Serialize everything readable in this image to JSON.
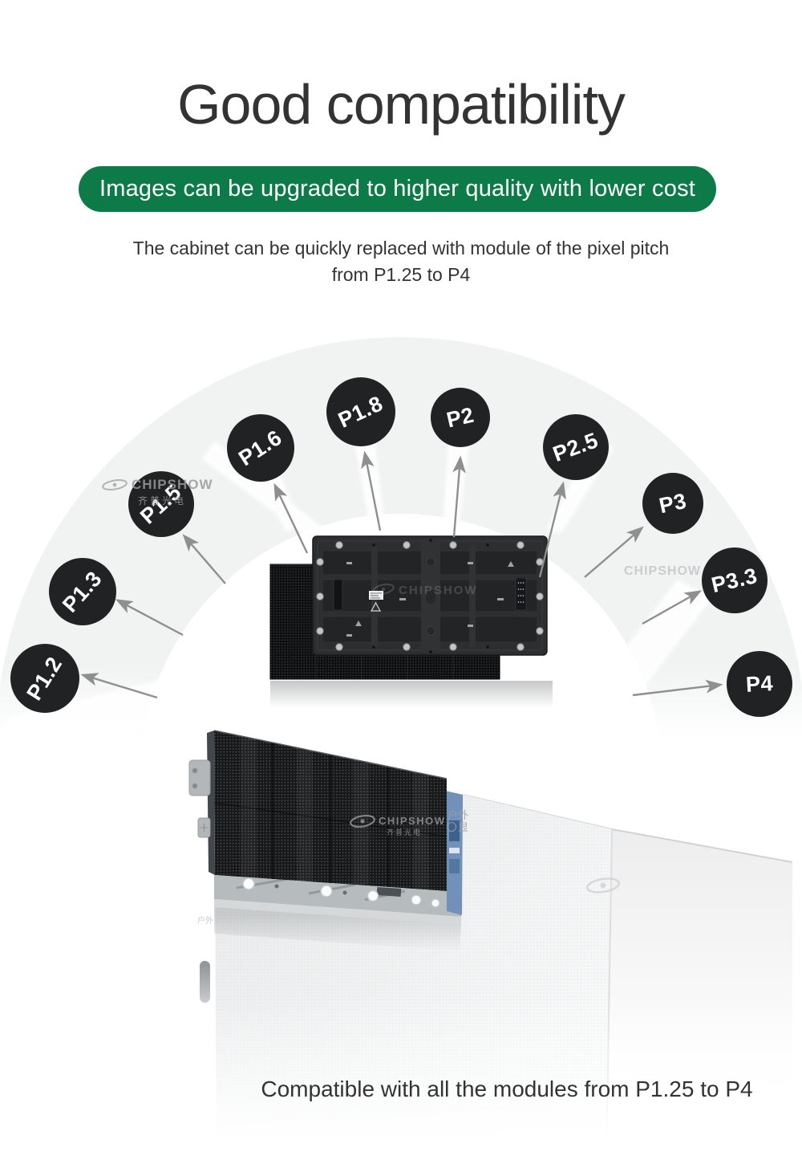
{
  "header": {
    "title": "Good compatibility",
    "banner": "Images can be upgraded to higher quality with lower cost",
    "subtitle_line1": "The cabinet can be quickly replaced with module of the pixel pitch",
    "subtitle_line2": "from P1.25 to P4"
  },
  "fan": {
    "pitches": [
      "P1.2",
      "P1.3",
      "P1.5",
      "P1.6",
      "P1.8",
      "P2",
      "P2.5",
      "P3",
      "P3.3",
      "P4"
    ]
  },
  "footer": {
    "caption": "Compatible with all the modules from P1.25 to P4"
  },
  "watermark": {
    "brand": "CHIPSHOW",
    "brand_cn": "齐普光电",
    "outdoor_cn": "户外",
    "display_cn": "显"
  },
  "colors": {
    "accent_green": "#0d7b48",
    "text_dark": "#333333",
    "circle_fill": "#212224",
    "arrow_gray": "#8f8f8f",
    "band_gray": "#f1f2f2"
  }
}
